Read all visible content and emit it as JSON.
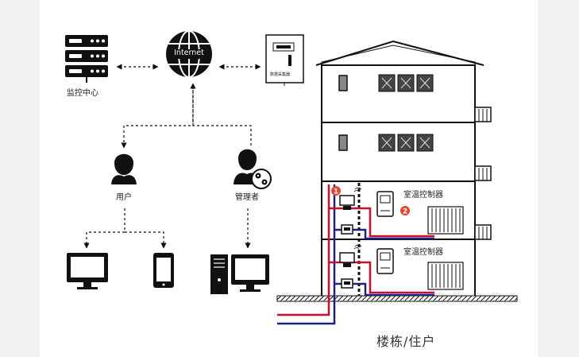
{
  "internet_label": "Internet",
  "monitor_center_label": "监控中心",
  "data_collector_label": "数据采集器",
  "user_label": "用户",
  "manager_label": "管理者",
  "thermostat_label_upper": "室温控制器",
  "thermostat_label_lower": "室温控制器",
  "marker_1": "1",
  "marker_2": "2",
  "building_caption": "楼栋/住户",
  "colors": {
    "supply_pipe": "#c8102e",
    "return_pipe": "#1a237e",
    "marker": "#e0482e",
    "icon": "#111111"
  }
}
